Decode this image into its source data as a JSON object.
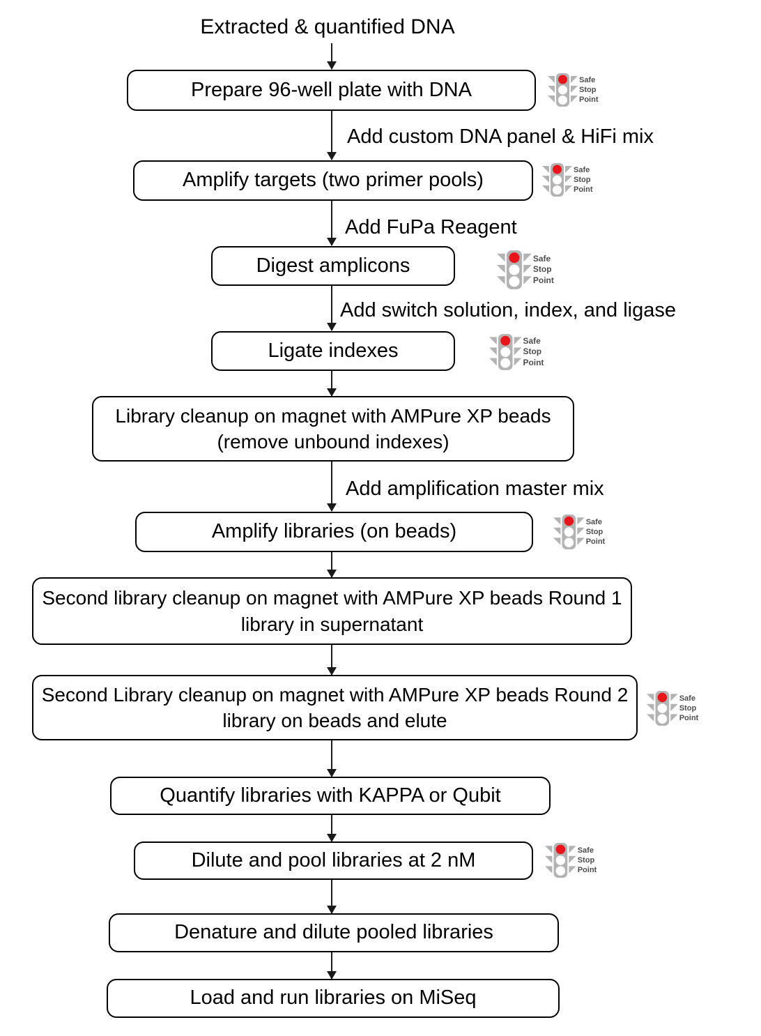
{
  "diagram": {
    "title_caption": "Extracted & quantified DNA",
    "safe_stop_point": {
      "line1": "Safe",
      "line2": "Stop",
      "line3": "Point",
      "body_color": "#b3b3b3",
      "lamp_on_color": "#e8161a",
      "lamp_off_color": "#ffffff",
      "text_color": "#4d4d4d"
    },
    "nodes": [
      {
        "id": "prepare-plate",
        "label": "Prepare 96-well plate with DNA"
      },
      {
        "id": "amplify-targets",
        "label": "Amplify targets (two primer pools)"
      },
      {
        "id": "digest",
        "label": "Digest amplicons"
      },
      {
        "id": "ligate",
        "label": "Ligate indexes"
      },
      {
        "id": "cleanup-1",
        "label": "Library cleanup on magnet with AMPure XP beads (remove unbound indexes)"
      },
      {
        "id": "amplify-libs",
        "label": "Amplify libraries (on beads)"
      },
      {
        "id": "second-round-1",
        "label": "Second library cleanup on magnet with AMPure XP beads Round 1 library in supernatant"
      },
      {
        "id": "second-round-2",
        "label": "Second Library cleanup on magnet with AMPure XP beads Round 2 library on beads and elute"
      },
      {
        "id": "quantify",
        "label": "Quantify libraries with KAPPA or Qubit"
      },
      {
        "id": "dilute-pool",
        "label": "Dilute and pool libraries at 2 nM"
      },
      {
        "id": "denature",
        "label": "Denature and dilute pooled libraries"
      },
      {
        "id": "load-run",
        "label": "Load and run libraries on MiSeq"
      }
    ],
    "edge_labels": [
      {
        "id": "edge-1",
        "label": "Add custom DNA panel & HiFi mix"
      },
      {
        "id": "edge-2",
        "label": "Add FuPa Reagent"
      },
      {
        "id": "edge-3",
        "label": "Add switch solution, index, and ligase"
      },
      {
        "id": "edge-4",
        "label": "Add amplification master mix"
      }
    ]
  }
}
